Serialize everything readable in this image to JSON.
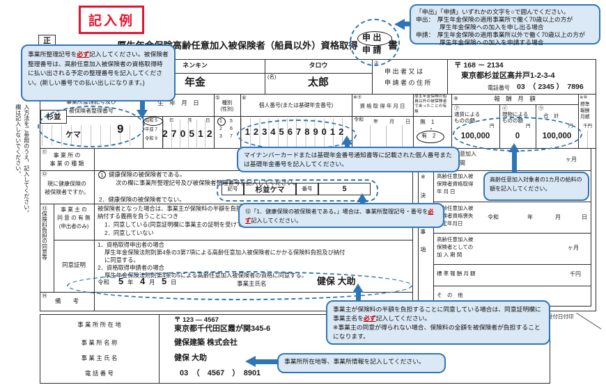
{
  "badge": "記入例",
  "copy": "正",
  "title": {
    "main": "厚生年金保険高齢任意加入被保険者（船員以外）資格取得",
    "opt1": "申 出",
    "opt2": "申 請",
    "suffix": "書"
  },
  "notes": {
    "right": "入方法をご参照のうえ、記入してください。",
    "left": "欄は記入しないでください。"
  },
  "row1": {
    "kana_sei": "ネンキン",
    "kana_mei": "タロウ",
    "sei": "年金",
    "mei_label": "(名)",
    "mei": "太郎",
    "num2": "②",
    "addr_l1": "申 出 者 又 は",
    "addr_l2": "申 請 者 の 住 所",
    "postal": "〒 168 － 2134",
    "address": "東京都杉並区高井戸1-2-3-4",
    "tel_label": "電話番号",
    "tel": "03　（ 2345 ）　7896"
  },
  "row2": {
    "n3": "③",
    "l3a": "事業所整理記号及び",
    "l3b": "被保険者整理番号",
    "v3_stamp": "杉並",
    "v3_kana": "ケマ",
    "v3_num": "9",
    "n4": "④",
    "l4": "生　年　月　日",
    "era1": "昭和 5",
    "era2": "平成 7",
    "era3": "令和 9",
    "y": "年",
    "m": "月",
    "d": "日",
    "v4": "270512",
    "n5": "⑤",
    "l5a": "種別",
    "l5b": "(性別)",
    "s1": "1",
    "s2": "2",
    "s3": "3",
    "s5": "5",
    "s6": "6",
    "s7": "7",
    "n6": "⑥",
    "l6": "個人番号(または基礎年金番号)",
    "v6": "123456789012",
    "n7": "※⑦",
    "l7": "資 格 取 得 年 月 日",
    "era7": "令和",
    "n8": "⑧",
    "l8": "厚生年金保険の船員以外の被保険者であったことの有無",
    "v8no": "無　1",
    "v8dot": "・",
    "v8yes": "有　2",
    "n9": "⑨",
    "l9": "報　酬　月　額",
    "n9a": "㋐",
    "l9a1": "通貨による",
    "l9a2": "ものの額",
    "n9b": "㋑",
    "l9b1": "現物による",
    "l9b2": "ものの額",
    "n9c": "㋒",
    "l9c": "合　計",
    "yen": "円",
    "v9a": "100,000",
    "v9b": "0",
    "v9c": "100,000",
    "n10": "※⑩",
    "l10": "標準報酬月額",
    "u10": "千円"
  },
  "s11": {
    "n": "⑪",
    "l1": "事 業 所 の",
    "l2": "事 業 の 種 類"
  },
  "s12": {
    "n": "⑫",
    "l1": "現に健康保険の",
    "l2": "被保険者ですか。",
    "o1n": "1",
    "o1": "健康保険の被保険者である。",
    "note": "次の欄に事業所整理記号及び被保険者整理番号を記入してください。",
    "kigo": "記号",
    "kigo_v": "杉並ケマ",
    "bango": "番号",
    "bango_v": "5",
    "o2": "2．健康保険の被保険者でない。"
  },
  "s13": {
    "n": "⑬",
    "vl": "⑬保険料負担の同意等",
    "c1": "事 業 主 の",
    "c2": "同 意 の 有 無",
    "c3": "(申出者のみ)",
    "t1": "被保険者となった場合は、事業主が保険料の半額を負担し、被保険者及び自己の負担する保険料を",
    "t2": "納付する義務を負うことにつき",
    "op1": "1．同意している(同意証明欄に事業主の証明を受けてください。)",
    "op2": "2．同意していない",
    "proof": "同意証明",
    "p1": "1．資格取得申出者の場合",
    "p2": "厚生年金保険法附則第4条の3第7項による高齢任意加入被保険者にかかる保険料負担及び納付",
    "p3": "に同意する。",
    "p4": "2．資格取得申請者の場合",
    "p5": "厚生年金保険法附則第4条の5による高齢任意加入被保険者の資格に同意する。",
    "era": "令和",
    "dy": "5",
    "yu": "年",
    "dm": "4",
    "mu": "月",
    "dd": "5",
    "du": "日",
    "owner_l": "事業主氏名",
    "owner": "健保 大助"
  },
  "s14": {
    "n": "⑭",
    "l": "備　　考"
  },
  "rt": {
    "p1": "高齢任意加入",
    "p2": "期間",
    "pu": "ヶ月",
    "dec": "※決定事項",
    "r1a": "高齢任意加入被",
    "r1b": "保険者資格取得",
    "r1c": "年 月 日",
    "r2a": "高齢任意加入被",
    "r2b": "保険者資格喪失",
    "r2c": "予定年月日",
    "r2era": "令和",
    "r2y": "年",
    "r2m": "月",
    "r2d": "日",
    "r3a": "高齢任意加入被",
    "r3b": "保険者としての",
    "r3c": "加 入 期 間",
    "r3u": "ヶ月",
    "r4": "標 準 報 酬 月 額",
    "r4u": "千円",
    "r5": "そ　の　他"
  },
  "co": {
    "l1": "事 業 所 所 在 地",
    "postal": "〒 123 ― 4567",
    "addr": "東京都千代田区霞が関345-6",
    "l2": "事 業 所 名 称",
    "name": "健保建築 株式会社",
    "l3": "事 業 主 氏 名",
    "owner": "健保 大助",
    "l4": "電 話 番 号",
    "tel": "03　（　4567　）　8901"
  },
  "stamp": "受付日付印",
  "call": {
    "c1a": "「申出」「申請」いずれかの文字を○で囲んでください。",
    "c1b": "申出：　厚生年金保険の適用事業所で働く70歳以上の方が",
    "c1c": "厚生年金保険への加入を申し出る場合",
    "c1d": "申請：　厚生年金保険の適用事業所以外で働く70歳以上の方が",
    "c1e": "厚生年金保険への加入を申請する場合",
    "c2a": "事業所整理記号を",
    "c2em": "必ず",
    "c2b": "記入してください。",
    "c2c": "被保険者整理番号は、高齢任意加入被保険者の資格取得時に払い出される予定の整理番号を記入してください。(新しい番号での払い出しになります。)",
    "c3": "マイナンバーカードまたは基礎年金番号通知書等に記載された個人番号または基礎年金番号を記入してください。",
    "c4a": "⑫「1．健康保険の被保険者である。」場合は、事業所整理記号・番号を",
    "c4em": "必ず",
    "c4b": "記入してください。",
    "c5": "高齢任意加入対象者の1カ月の給料の額を記入してください。",
    "c6a": "事業主が保険料の半額を負担することに同意している場合は、同意証明欄に事業主名を",
    "c6em": "必ず",
    "c6b": "記入してください。",
    "c6c": "※事業主の同意が得られない場合、保険料の全額を被保険者が負担することになります。",
    "c7": "事業所所在地等、事業所情報を記入してください。"
  }
}
